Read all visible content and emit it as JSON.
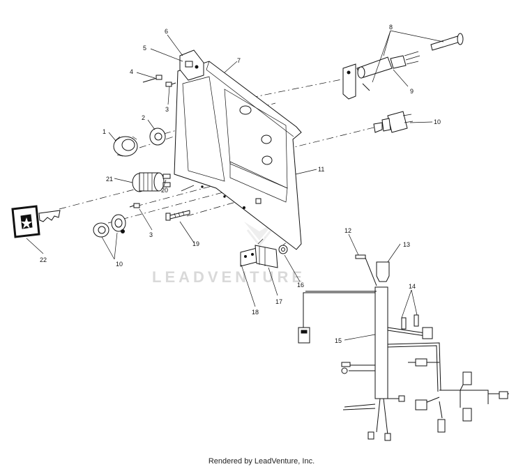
{
  "callouts": {
    "c1": "1",
    "c2": "2",
    "c3a": "3",
    "c3b": "3",
    "c4": "4",
    "c5": "5",
    "c6": "6",
    "c7": "7",
    "c8": "8",
    "c9": "9",
    "c10a": "10",
    "c10b": "10",
    "c11": "11",
    "c12": "12",
    "c13": "13",
    "c14": "14",
    "c15": "15",
    "c16": "16",
    "c17": "17",
    "c18": "18",
    "c19": "19",
    "c20": "20",
    "c21": "21",
    "c22": "22"
  },
  "watermark": "LEADVENTURE",
  "footer": {
    "credit": "Rendered by LeadVenture, Inc."
  }
}
